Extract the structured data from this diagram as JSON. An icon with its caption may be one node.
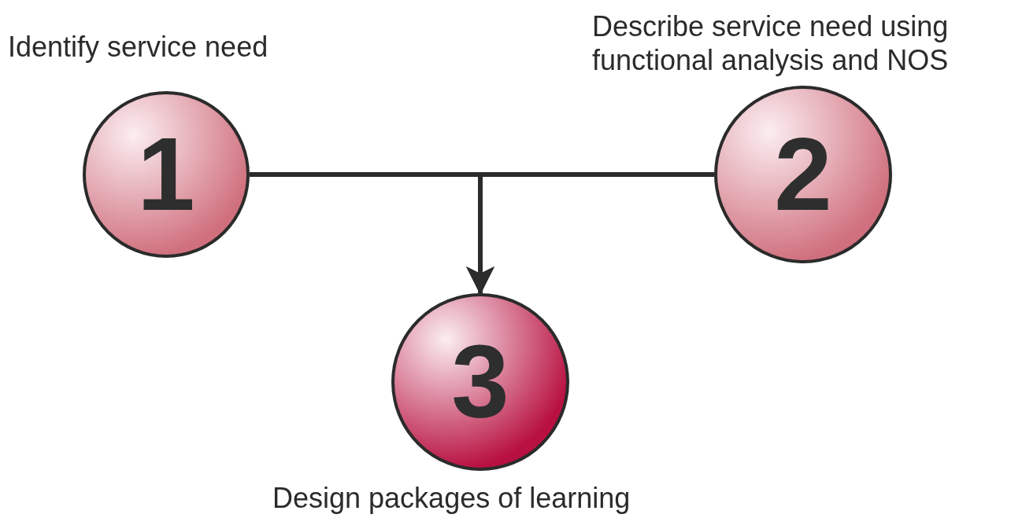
{
  "diagram": {
    "nodes": [
      {
        "text": [
          "1"
        ],
        "beside": [
          "Identify service need"
        ]
      },
      {
        "text": [
          "2"
        ],
        "beside": [
          "Describe service need using functional analysis and NOS"
        ]
      },
      {
        "text": [
          "3"
        ],
        "beside": [
          "Design packages of learning"
        ]
      }
    ],
    "edges": [
      {
        "from": 0,
        "to": 2,
        "arrow": "to"
      },
      {
        "from": 1,
        "to": 2,
        "arrow": "to"
      }
    ]
  }
}
